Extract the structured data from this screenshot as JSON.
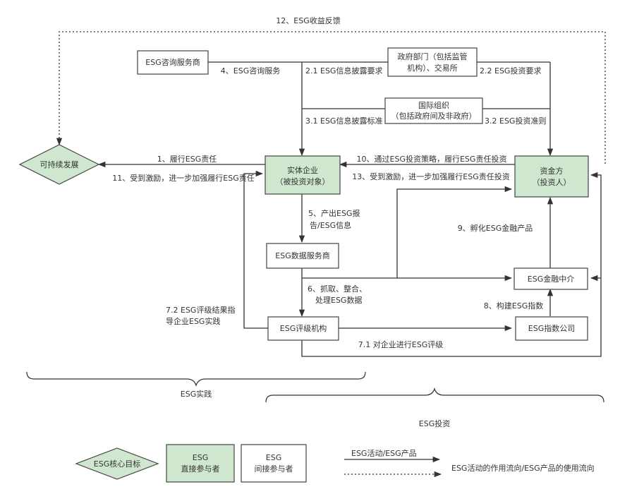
{
  "nodes": {
    "consultant": "ESG咨询服务商",
    "gov_l1": "政府部门（包括监管",
    "gov_l2": "机构）、交易所",
    "intl_l1": "国际组织",
    "intl_l2": "（包括政府间及非政府）",
    "enterprise_l1": "实体企业",
    "enterprise_l2": "（被投资对象）",
    "investor_l1": "资金方",
    "investor_l2": "（投资人）",
    "sustain": "可持续发展",
    "data_provider": "ESG数据服务商",
    "rating": "ESG评级机构",
    "finance": "ESG金融中介",
    "index_co": "ESG指数公司"
  },
  "labels": {
    "l1": "1、履行ESG责任",
    "l11": "11、受到激励，进一步加强履行ESG责任",
    "l12": "12、ESG收益反馈",
    "l4": "4、ESG咨询服务",
    "l21": "2.1 ESG信息披露要求",
    "l22": "2.2 ESG投资要求",
    "l31": "3.1 ESG信息披露标准",
    "l32": "3.2 ESG投资准则",
    "l10": "10、通过ESG投资策略，履行ESG责任投资",
    "l13": "13、受到激励，进一步加强履行ESG责任投资",
    "l5a": "5、产出ESG报",
    "l5b": "告/ESG信息",
    "l9": "9、孵化ESG金融产品",
    "l6a": "6、抓取、整合、",
    "l6b": "处理ESG数据",
    "l8": "8、构建ESG指数",
    "l72a": "7.2 ESG评级结果指",
    "l72b": "导企业ESG实践",
    "l71": "7.1 对企业进行ESG评级"
  },
  "groups": {
    "practice": "ESG实践",
    "investment": "ESG投资"
  },
  "legend": {
    "core_goal": "ESG核心目标",
    "direct_l1": "ESG",
    "direct_l2": "直接参与者",
    "indirect_l1": "ESG",
    "indirect_l2": "间接参与者",
    "activity": "ESG活动/ESG产品",
    "flow": "ESG活动的作用流向/ESG产品的使用流向"
  },
  "colors": {
    "direct_fill": "#cfe6cf",
    "line": "#333333"
  }
}
